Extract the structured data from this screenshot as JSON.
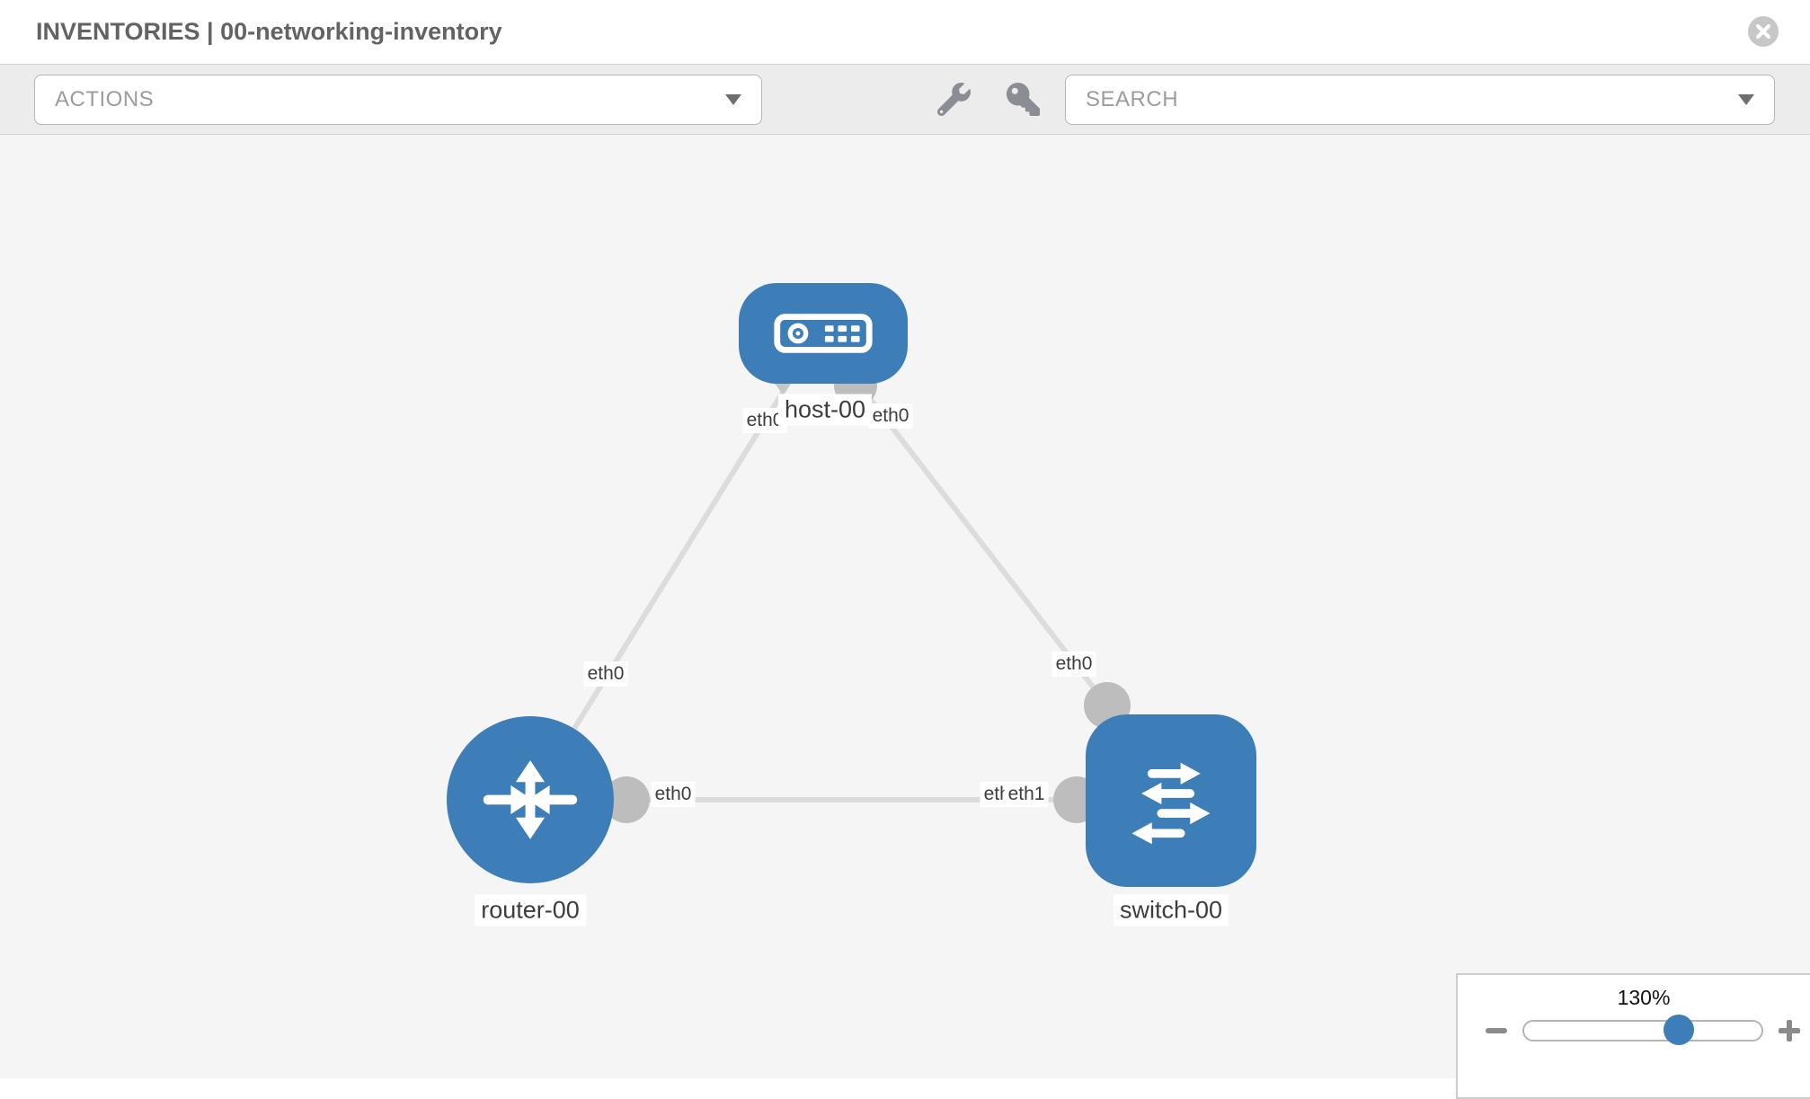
{
  "header": {
    "title": "INVENTORIES | 00-networking-inventory"
  },
  "toolbar": {
    "actions_label": "ACTIONS",
    "search_placeholder": "SEARCH",
    "wrench_icon": "wrench",
    "key_icon": "key"
  },
  "topology": {
    "nodes": [
      {
        "label": "host-00",
        "type": "host"
      },
      {
        "label": "router-00",
        "type": "router"
      },
      {
        "label": "switch-00",
        "type": "switch"
      }
    ],
    "links": [
      {
        "from": "host-00",
        "from_interface": "eth0",
        "to": "router-00",
        "to_interface": "eth0"
      },
      {
        "from": "host-00",
        "from_interface": "eth0",
        "to": "switch-00",
        "to_interface": "eth0"
      },
      {
        "from": "router-00",
        "from_interface": "eth0",
        "to": "switch-00",
        "to_interface": "eth1"
      }
    ],
    "interface_labels": [
      "eth0",
      "eth0",
      "eth0",
      "eth0",
      "eth0",
      "eth0",
      "eth1"
    ]
  },
  "zoom": {
    "level": "130%"
  },
  "colors": {
    "node_fill": "#3d7eb8",
    "link": "#dcdcdc",
    "port": "#bdbdbd",
    "toolbar_bg": "#ececec",
    "canvas_bg": "#f5f5f5",
    "icon_gray": "#8a8e94"
  }
}
